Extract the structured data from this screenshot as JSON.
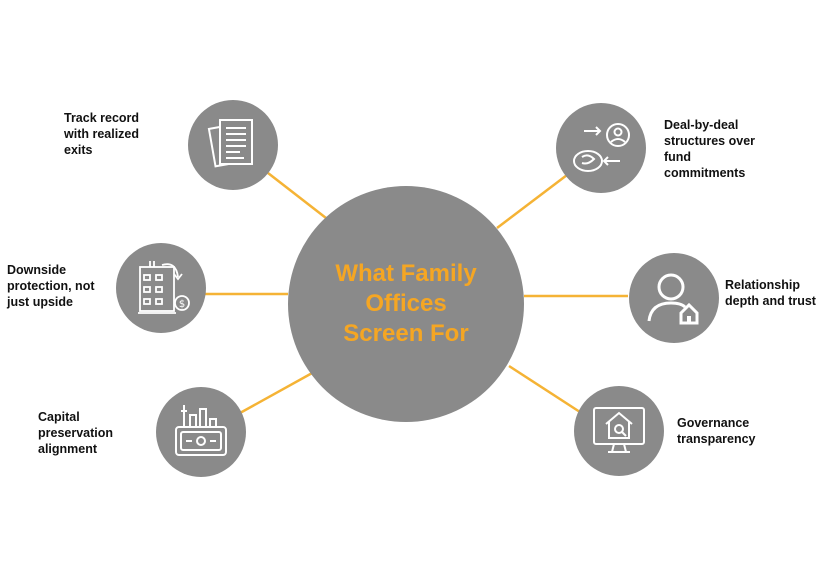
{
  "colors": {
    "circle": "#8a8a8a",
    "connector": "#f5b335",
    "title": "#f5a623",
    "label": "#111111",
    "icon": "#ffffff"
  },
  "center": {
    "title": "What Family\nOffices\nScreen For"
  },
  "nodes": [
    {
      "id": "track-record",
      "label": "Track record\nwith realized\nexits",
      "icon": "documents-icon"
    },
    {
      "id": "downside-protection",
      "label": "Downside\nprotection, not\njust upside",
      "icon": "factory-dollar-icon"
    },
    {
      "id": "capital-preservation",
      "label": "Capital\npreservation\nalignment",
      "icon": "banknote-chart-icon"
    },
    {
      "id": "deal-by-deal",
      "label": "Deal-by-deal\nstructures over\nfund\ncommitments",
      "icon": "exchange-icon"
    },
    {
      "id": "relationship",
      "label": "Relationship\ndepth and trust",
      "icon": "person-house-icon"
    },
    {
      "id": "governance",
      "label": "Governance\ntransparency",
      "icon": "monitor-house-icon"
    }
  ]
}
